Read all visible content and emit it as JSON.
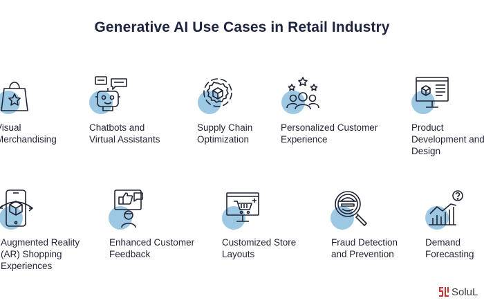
{
  "title": "Generative AI Use Cases in Retail Industry",
  "colors": {
    "accent_circle": "#9cc8e3",
    "stroke": "#1f2233",
    "logo_red": "#d0312d"
  },
  "use_cases": [
    {
      "label": "Visual\nMerchandising",
      "icon": "shopping-bag-star-icon"
    },
    {
      "label": "Chatbots and\nVirtual Assistants",
      "icon": "chatbot-icon"
    },
    {
      "label": "Supply Chain\nOptimization",
      "icon": "supply-chain-gear-icon"
    },
    {
      "label": "Personalized Customer\nExperience",
      "icon": "customers-stars-icon"
    },
    {
      "label": "Product\nDevelopment and\nDesign",
      "icon": "design-monitor-icon"
    },
    {
      "label": "Augmented Reality\n(AR) Shopping\nExperiences",
      "icon": "ar-phone-cube-icon"
    },
    {
      "label": "Enhanced Customer\nFeedback",
      "icon": "customer-feedback-icon"
    },
    {
      "label": "Customized Store\nLayouts",
      "icon": "store-layout-monitor-icon"
    },
    {
      "label": "Fraud Detection\nand Prevention",
      "icon": "fraud-magnifier-icon"
    },
    {
      "label": "Demand\nForecasting",
      "icon": "forecast-chart-icon"
    }
  ],
  "logo": {
    "text": "SoluL",
    "icon": "solulab-logo-icon"
  }
}
